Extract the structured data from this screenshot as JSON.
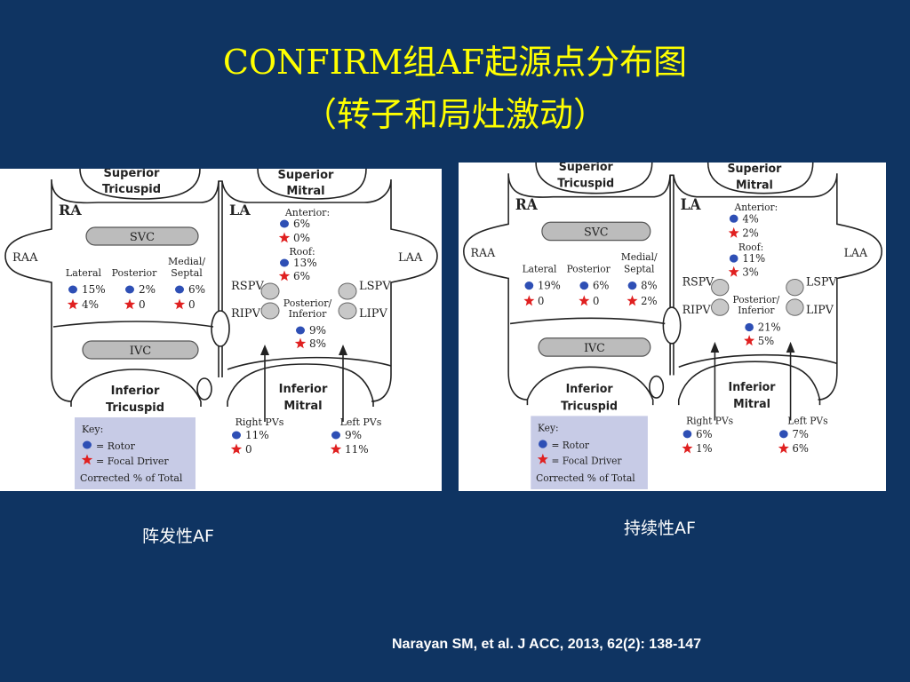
{
  "title": {
    "line1": "CONFIRM组AF起源点分布图",
    "line2": "（转子和局灶激动）"
  },
  "caption_left": "阵发性AF",
  "caption_right": "持续性AF",
  "citation": "Narayan SM,  et al. J ACC, 2013, 62(2): 138-147",
  "colors": {
    "background": "#0f3462",
    "title": "#ffff00",
    "rotor": "#2e4fb5",
    "focal": "#e02020",
    "key_bg": "#c7cbe6"
  },
  "diagram_labels": {
    "superior_tricuspid": [
      "Superior",
      "Tricuspid"
    ],
    "superior_mitral": [
      "Superior",
      "Mitral"
    ],
    "inferior_tricuspid": [
      "Inferior",
      "Tricuspid"
    ],
    "inferior_mitral": [
      "Inferior",
      "Mitral"
    ],
    "ra": "RA",
    "la": "LA",
    "raa": "RAA",
    "laa": "LAA",
    "svc": "SVC",
    "ivc": "IVC",
    "rspv": "RSPV",
    "ripv": "RIPV",
    "lspv": "LSPV",
    "lipv": "LIPV",
    "lateral": "Lateral",
    "posterior": "Posterior",
    "medial_septal": [
      "Medial/",
      "Septal"
    ],
    "anterior": "Anterior:",
    "roof": "Roof:",
    "posterior_inferior": [
      "Posterior/",
      "Inferior"
    ],
    "right_pvs": "Right PVs",
    "left_pvs": "Left PVs",
    "key": {
      "title": "Key:",
      "rotor": "= Rotor",
      "focal": "= Focal Driver",
      "note": "Corrected % of Total"
    }
  },
  "panels": [
    {
      "name": "paroxysmal",
      "lateral": [
        "15%",
        "4%"
      ],
      "posterior": [
        "2%",
        "0"
      ],
      "medial_septal": [
        "6%",
        "0"
      ],
      "anterior": [
        "6%",
        "0%"
      ],
      "roof": [
        "13%",
        "6%"
      ],
      "posterior_inferior": [
        "9%",
        "8%"
      ],
      "right_pvs": [
        "11%",
        "0"
      ],
      "left_pvs": [
        "9%",
        "11%"
      ]
    },
    {
      "name": "persistent",
      "lateral": [
        "19%",
        "0"
      ],
      "posterior": [
        "6%",
        "0"
      ],
      "medial_septal": [
        "8%",
        "2%"
      ],
      "anterior": [
        "4%",
        "2%"
      ],
      "roof": [
        "11%",
        "3%"
      ],
      "posterior_inferior": [
        "21%",
        "5%"
      ],
      "right_pvs": [
        "6%",
        "1%"
      ],
      "left_pvs": [
        "7%",
        "6%"
      ]
    }
  ]
}
